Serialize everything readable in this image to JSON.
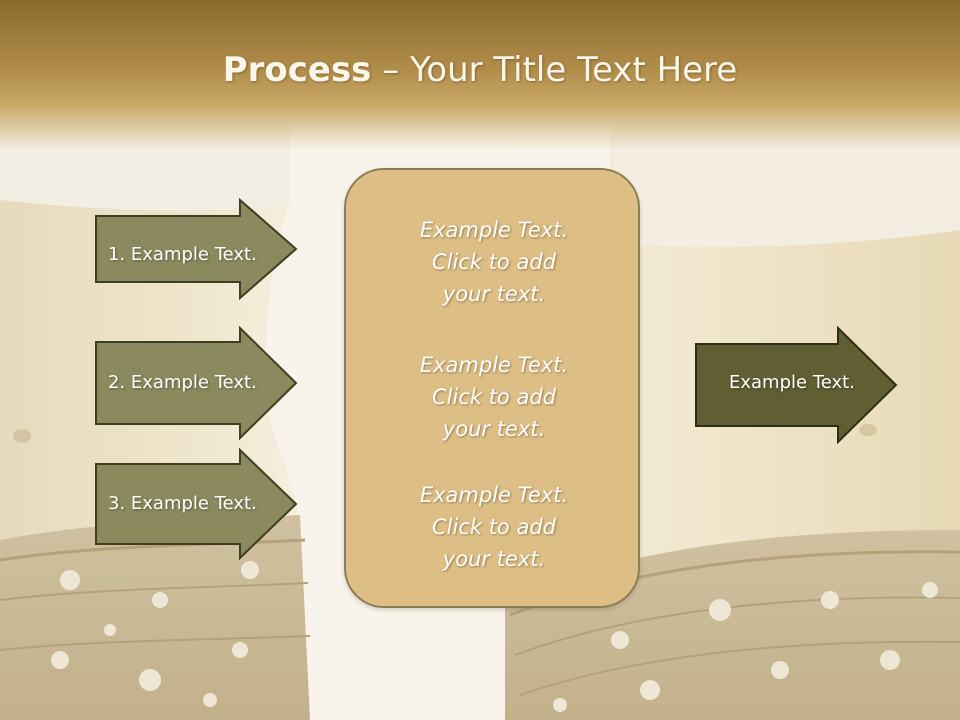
{
  "header": {
    "title_bold": "Process",
    "title_rest": " – Your Title Text Here"
  },
  "steps": [
    {
      "label": "1. Example Text."
    },
    {
      "label": "2. Example Text."
    },
    {
      "label": "3. Example Text."
    }
  ],
  "center_blocks": [
    {
      "line1": "Example Text.",
      "line2": "Click  to add",
      "line3": "your text."
    },
    {
      "line1": "Example Text.",
      "line2": "Click  to add",
      "line3": "your text."
    },
    {
      "line1": "Example Text.",
      "line2": "Click  to add",
      "line3": "your text."
    }
  ],
  "result": {
    "label": "Example Text."
  },
  "colors": {
    "header_brown": "#8a6a2e",
    "arrow_olive": "#8a8a5e",
    "result_arrow": "#5f5f33",
    "center_box": "#ddbf86"
  }
}
